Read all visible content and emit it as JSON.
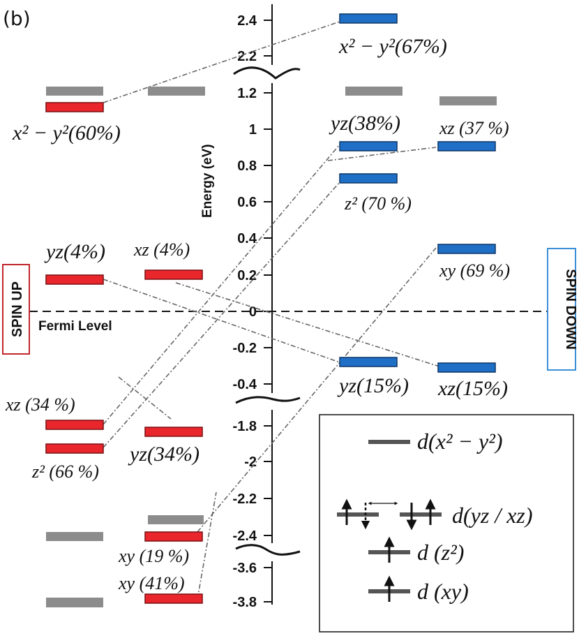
{
  "panel_label": "(b)",
  "axis": {
    "title": "Energy (eV)",
    "fermi_label": "Fermi Level",
    "ticks_top": [
      "2.4",
      "2.2"
    ],
    "ticks_mid": [
      "1.2",
      "1",
      "0.8",
      "0.6",
      "0.4",
      "0.2",
      "0",
      "-0.2",
      "-0.4"
    ],
    "ticks_low": [
      "-1.8",
      "-2",
      "-2.2",
      "-2.4"
    ],
    "ticks_bottom": [
      "-3.6",
      "-3.8"
    ]
  },
  "spin_up_label": "SPIN UP",
  "spin_down_label": "SPIN DOWN",
  "colors": {
    "spin_up": "#e8262b",
    "spin_down": "#1f6fc6",
    "dx2y2": "#8c8c8c",
    "spin_up_box": "#c0262b",
    "spin_down_box": "#3a8fd6"
  },
  "orbital_labels": {
    "up_x2y2": "x² − y²(60%)",
    "up_yz_4": "yz(4%)",
    "up_xz_4": "xz (4%)",
    "up_xz_34": "xz (34 %)",
    "up_z2_66": "z² (66 %)",
    "up_yz_34": "yz(34%)",
    "up_xy_19": "xy (19 %)",
    "up_xy_41": "xy (41%)",
    "down_x2y2": "x² − y²(67%)",
    "down_yz_38": "yz(38%)",
    "down_xz_37": "xz (37 %)",
    "down_z2_70": "z² (70 %)",
    "down_xy_69": "xy (69 %)",
    "down_yz_15": "yz(15%)",
    "down_xz_15": "xz(15%)"
  },
  "legend": {
    "items": [
      {
        "icon": "gray-bar-icon",
        "label": "d(x² − y²)"
      },
      {
        "icon": "spin-pair-icon",
        "label": "d(yz / xz)"
      },
      {
        "icon": "single-up-arrow-icon",
        "label": "d (z²)"
      },
      {
        "icon": "single-up-arrow-icon",
        "label": "d (xy)"
      }
    ]
  }
}
